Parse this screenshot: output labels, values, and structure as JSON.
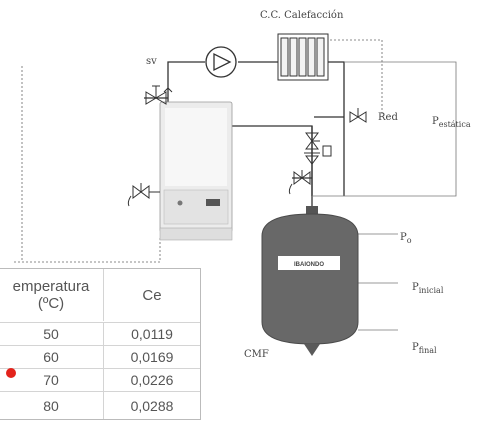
{
  "labels": {
    "circuit": "C.C. Calefacción",
    "safety_valve": "sv",
    "network": "Red",
    "p_static_main": "P",
    "p_static_sub": "estática",
    "p0_main": "P",
    "p0_sub": "o",
    "pinitial_main": "P",
    "pinitial_sub": "inicial",
    "pfinal_main": "P",
    "pfinal_sub": "final",
    "vessel_code": "CMF",
    "brand": "IBAIONDO"
  },
  "table": {
    "header_temp_line1": "emperatura",
    "header_temp_line2": "(ºC)",
    "header_ce": "Ce",
    "rows": [
      {
        "temp": "50",
        "ce": "0,0119"
      },
      {
        "temp": "60",
        "ce": "0,0169"
      },
      {
        "temp": "70",
        "ce": "0,0226"
      },
      {
        "temp": "80",
        "ce": "0,0288"
      }
    ],
    "highlight_color": "#e3231c"
  }
}
